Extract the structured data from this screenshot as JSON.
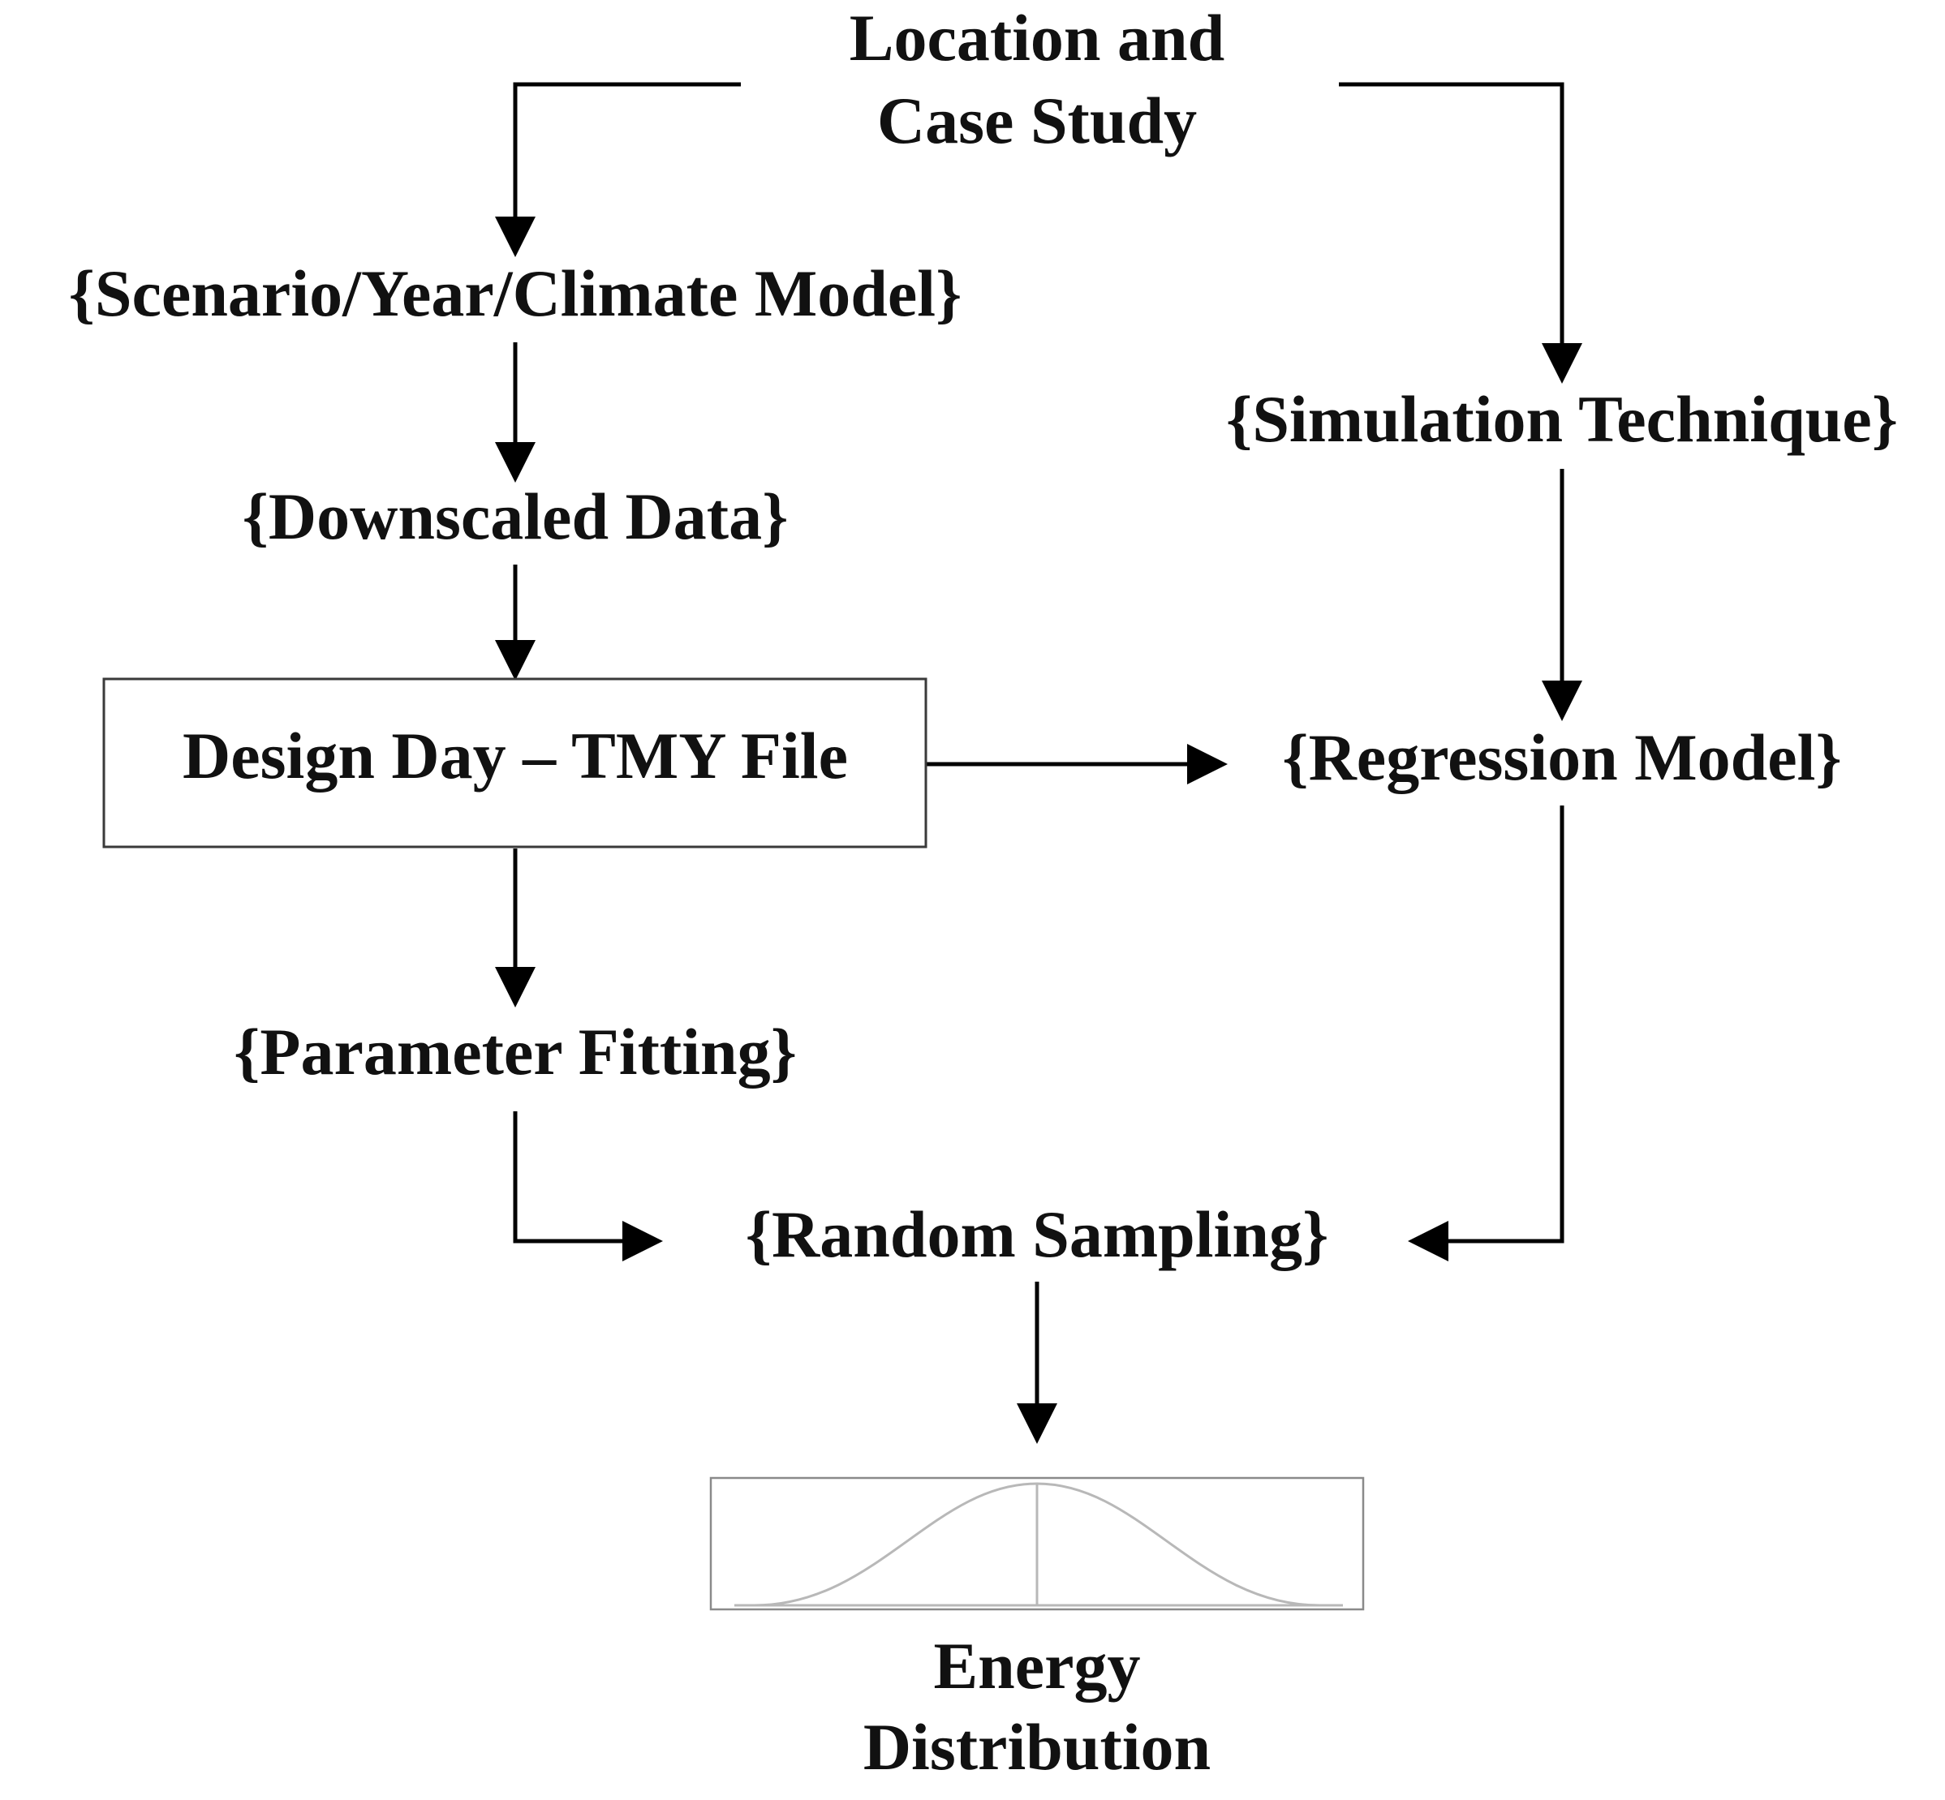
{
  "nodes": {
    "location_line1": "Location and",
    "location_line2": "Case Study",
    "scenario": "{Scenario/Year/Climate Model}",
    "downscaled": "{Downscaled Data}",
    "design_day": "Design Day – TMY File",
    "parameter_fitting": "{Parameter Fitting}",
    "simulation": "{Simulation Technique}",
    "regression": "{Regression Model}",
    "random_sampling": "{Random Sampling}",
    "energy_line1": "Energy",
    "energy_line2": "Distribution"
  }
}
